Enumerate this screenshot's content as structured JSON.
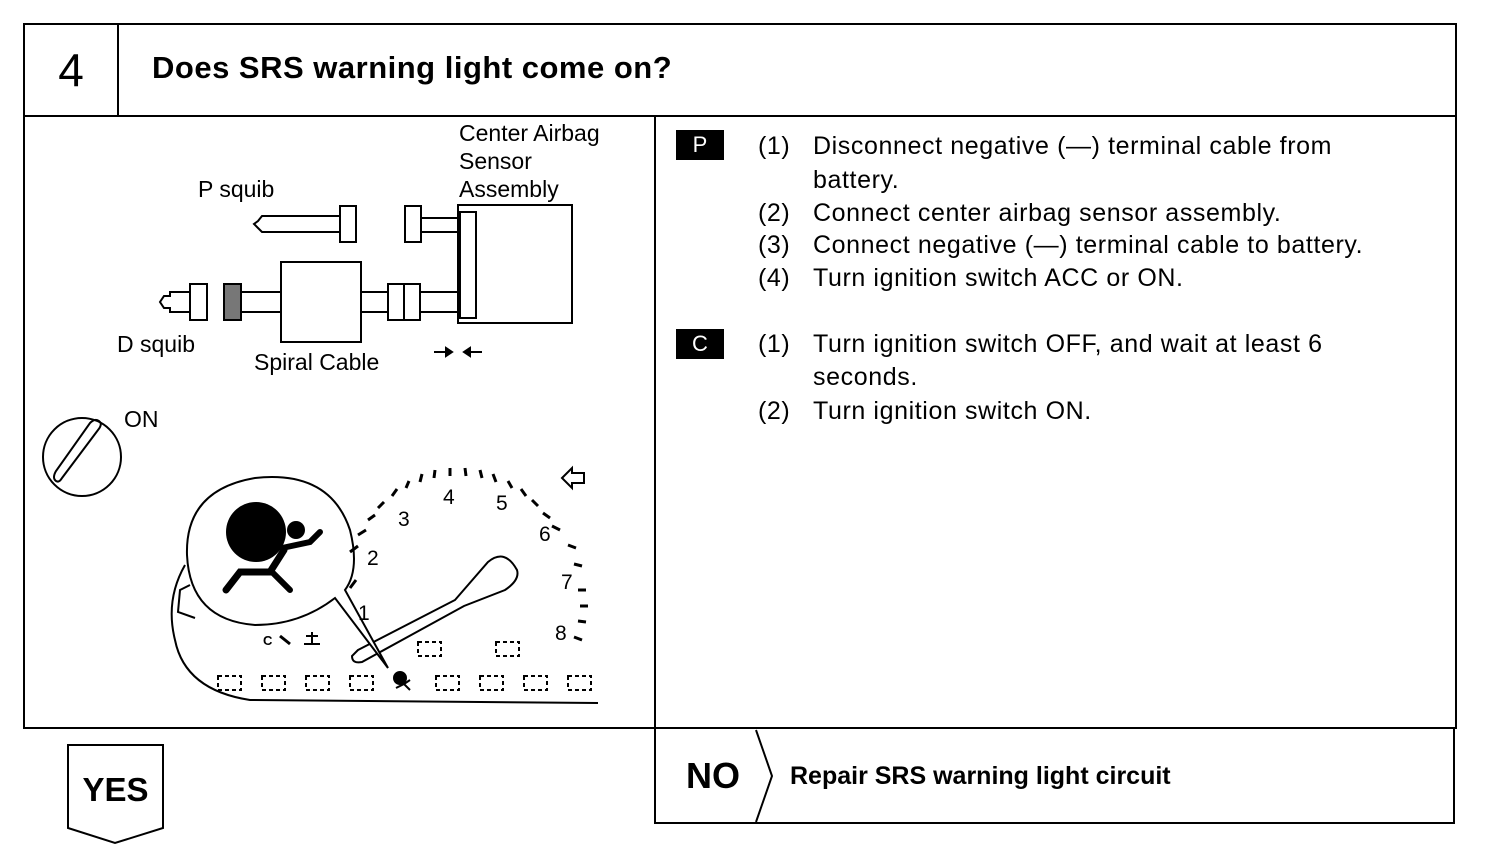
{
  "header": {
    "step_number": "4",
    "question": "Does SRS warning light come on?"
  },
  "diagram": {
    "labels": {
      "center_airbag_line1": "Center Airbag",
      "center_airbag_line2": "Sensor",
      "center_airbag_line3": "Assembly",
      "p_squib": "P squib",
      "d_squib": "D squib",
      "spiral_cable": "Spiral Cable",
      "on": "ON"
    },
    "gauge_numbers": [
      "1",
      "2",
      "3",
      "4",
      "5",
      "6",
      "7",
      "8"
    ]
  },
  "procedures": {
    "p": {
      "badge": "P",
      "steps": [
        {
          "num": "(1)",
          "text": "Disconnect negative (—) terminal cable from"
        },
        {
          "num": "",
          "text": "battery."
        },
        {
          "num": "(2)",
          "text": "Connect center airbag sensor assembly."
        },
        {
          "num": "(3)",
          "text": "Connect negative (—) terminal cable to battery."
        },
        {
          "num": "(4)",
          "text": "Turn ignition switch ACC or ON."
        }
      ]
    },
    "c": {
      "badge": "C",
      "steps": [
        {
          "num": "(1)",
          "text": "Turn ignition switch OFF, and wait at least 6"
        },
        {
          "num": "",
          "text": "seconds."
        },
        {
          "num": "(2)",
          "text": "Turn ignition switch ON."
        }
      ]
    }
  },
  "outcomes": {
    "yes": "YES",
    "no": "NO",
    "no_action": "Repair SRS warning light circuit"
  }
}
